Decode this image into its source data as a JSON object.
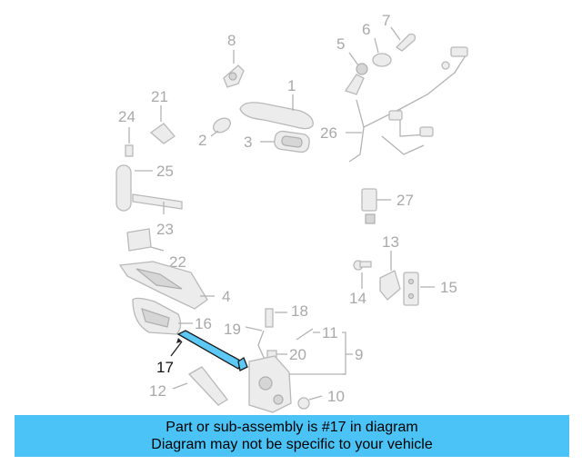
{
  "labels": {
    "p1": "1",
    "p2": "2",
    "p3": "3",
    "p4": "4",
    "p5": "5",
    "p6": "6",
    "p7": "7",
    "p8": "8",
    "p9": "9",
    "p10": "10",
    "p11": "11",
    "p12": "12",
    "p13": "13",
    "p14": "14",
    "p15": "15",
    "p16": "16",
    "p17": "17",
    "p18": "18",
    "p19": "19",
    "p20": "20",
    "p21": "21",
    "p22": "22",
    "p23": "23",
    "p24": "24",
    "p25": "25",
    "p26": "26",
    "p27": "27"
  },
  "highlight_color": "#4cc3f7",
  "banner": {
    "line1": "Part or sub-assembly is #17 in diagram",
    "line2": "Diagram may not be specific to your vehicle"
  }
}
